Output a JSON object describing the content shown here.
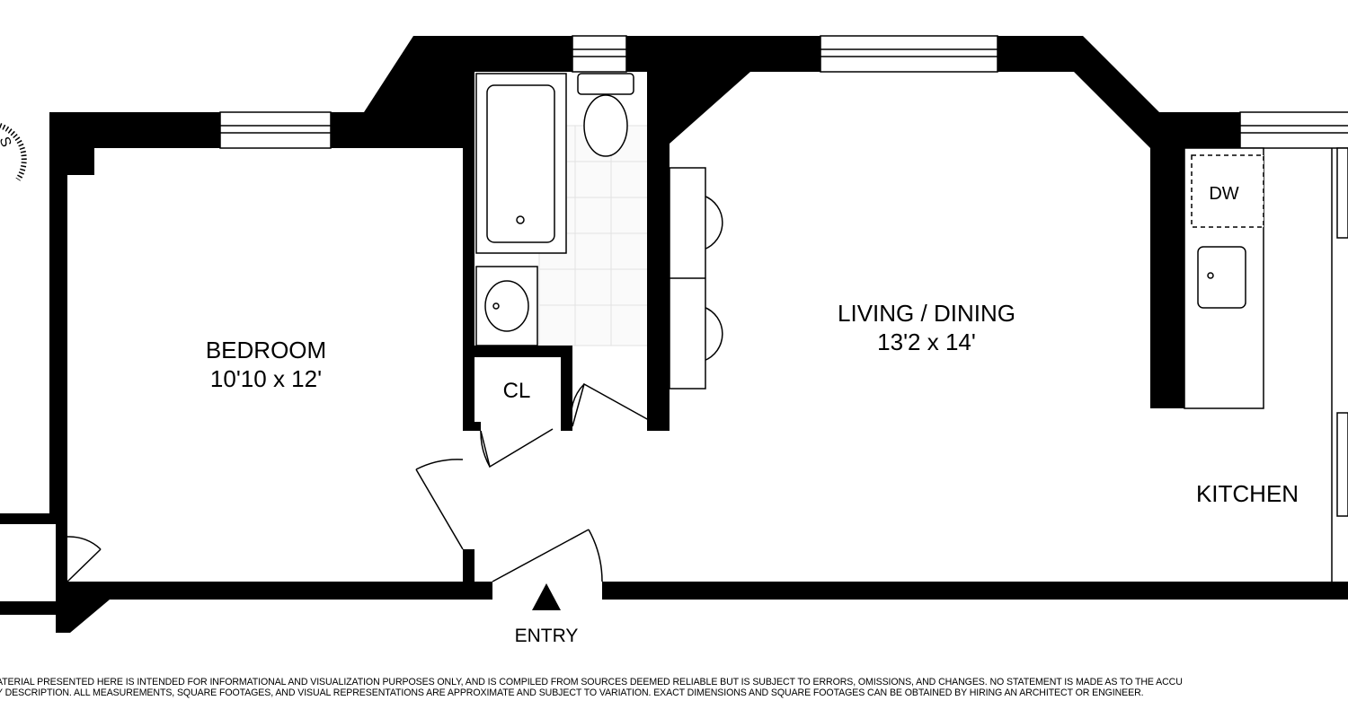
{
  "rooms": {
    "bedroom": {
      "name": "BEDROOM",
      "size": "10'10 x 12'"
    },
    "living": {
      "name": "LIVING / DINING",
      "size": "13'2 x 14'"
    },
    "kitchen": {
      "name": "KITCHEN"
    },
    "closet": {
      "name": "CL"
    },
    "dishwasher": {
      "name": "DW"
    }
  },
  "entry": {
    "label": "ENTRY"
  },
  "compass": {
    "letter": "S"
  },
  "disclaimer": {
    "line1": "ATERIAL PRESENTED HERE IS INTENDED FOR INFORMATIONAL AND VISUALIZATION PURPOSES ONLY, AND IS COMPILED FROM SOURCES DEEMED RELIABLE BUT IS SUBJECT TO ERRORS, OMISSIONS, AND CHANGES. NO STATEMENT IS MADE AS TO THE ACCU",
    "line2": "Y DESCRIPTION. ALL MEASUREMENTS, SQUARE FOOTAGES, AND VISUAL REPRESENTATIONS ARE APPROXIMATE AND SUBJECT TO VARIATION. EXACT DIMENSIONS AND SQUARE FOOTAGES CAN BE OBTAINED BY HIRING AN ARCHITECT OR ENGINEER."
  },
  "colors": {
    "wall": "#000000",
    "background": "#ffffff",
    "tile": "#e6e6e6"
  }
}
